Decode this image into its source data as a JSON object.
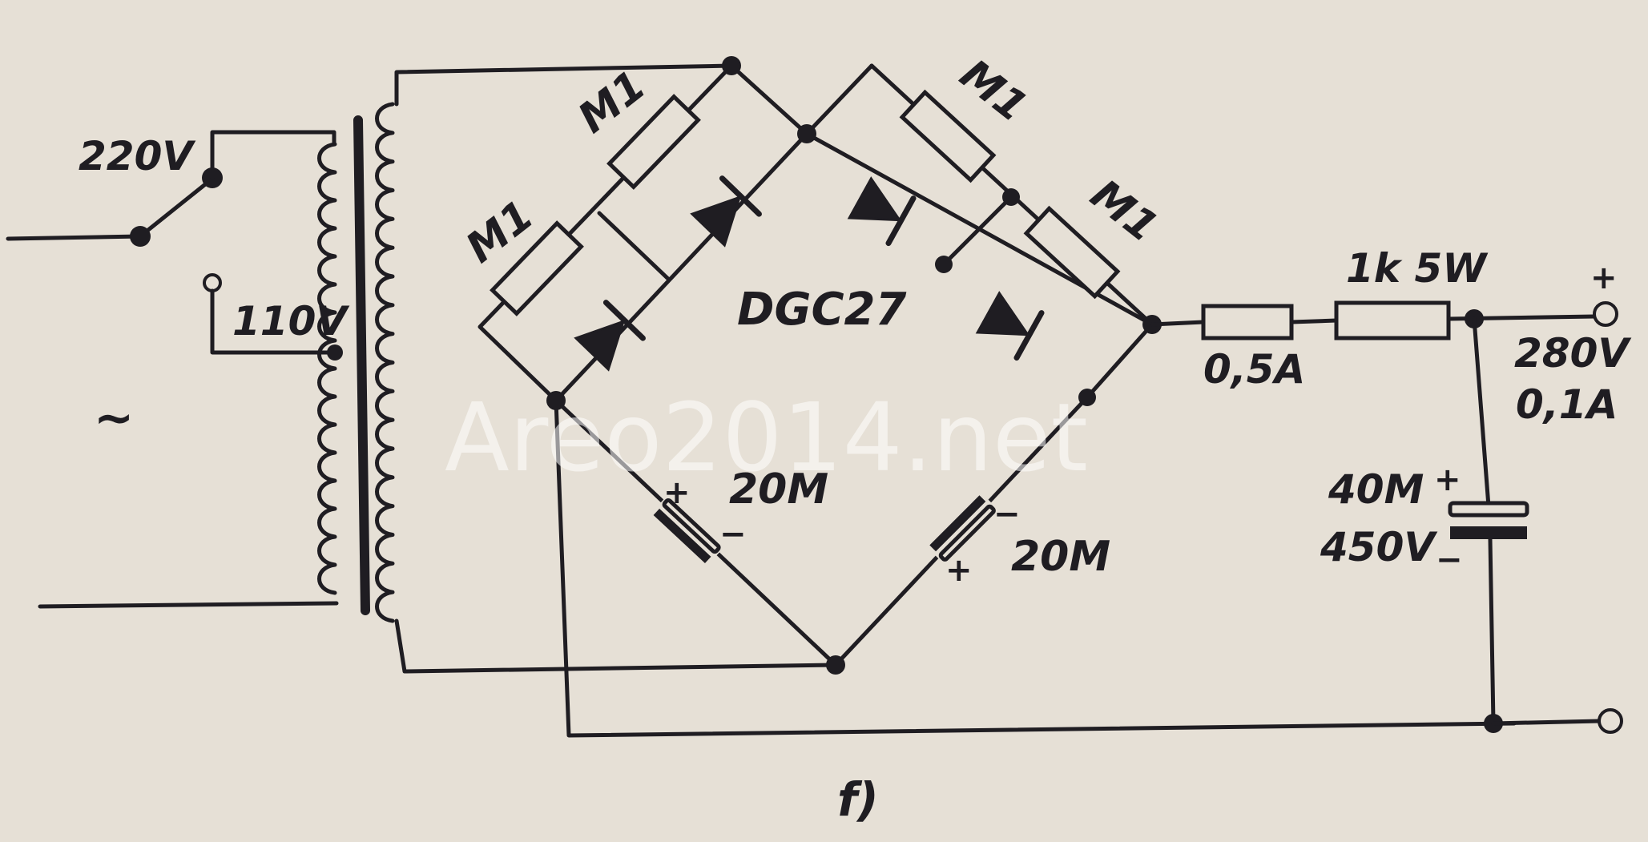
{
  "schematic": {
    "mains_voltages": {
      "high": "220V",
      "low": "110V"
    },
    "ac_symbol": "~",
    "rectifier_type": "DGC27",
    "resistor_label": "M1",
    "bridge_capacitor": "20M",
    "fuse": "0,5A",
    "series_resistor": "1k 5W",
    "filter_capacitor": {
      "capacitance": "40M",
      "voltage": "450V"
    },
    "output": {
      "voltage": "280V",
      "current": "0,1A",
      "polarity": "+"
    },
    "plus_sign": "+",
    "minus_sign": "−",
    "figure_caption": "f)"
  },
  "watermark": "Areo2014.net",
  "colors": {
    "ink": "#1f1d22",
    "paper": "#e6e0d6"
  }
}
